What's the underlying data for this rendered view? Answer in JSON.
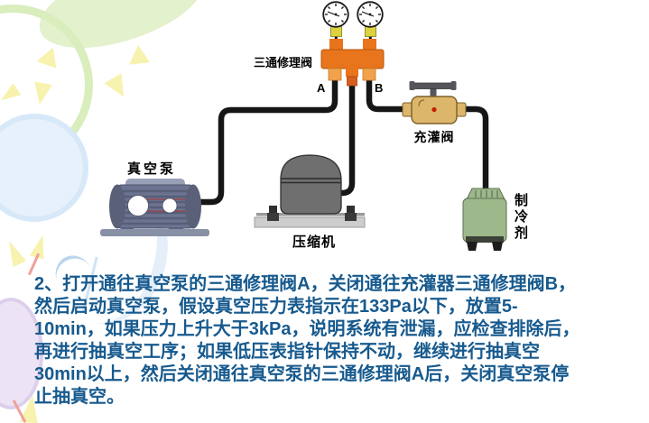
{
  "slide": {
    "background": "#FFFFFF"
  },
  "diagram": {
    "labels": {
      "manifold_valve": "三通修理阀",
      "port_a": "A",
      "port_b": "B",
      "charge_valve": "充灌阀",
      "vacuum_pump": "真空泵",
      "compressor": "压缩机",
      "refrigerant": "制冷剂"
    },
    "colors": {
      "manifold_body": "#E8741C",
      "manifold_port": "#F2A24B",
      "manifold_center_port": "#D65F1E",
      "hose": "#161616",
      "valve_body": "#DCB76B",
      "valve_handle": "#55565C",
      "pump_body": "#6C7390",
      "compressor_body": "#6F6F6F",
      "base_plate": "#CDCDCD",
      "cylinder_body": "#9DB98B",
      "gauge_face": "#FFFFFF",
      "gauge_fitting": "#DDD23E",
      "instruction_text": "#175A8E"
    }
  },
  "instructions": {
    "lines": [
      "2、打开通往真空泵的三通修理阀A，关闭通往充灌器三通修理阀B，",
      "然后启动真空泵，假设真空压力表指示在133Pa以下，放置5-",
      "10min，如果压力上升大于3kPa，说明系统有泄漏，应检查排除后，",
      "再进行抽真空工序；如果低压表指针保持不动，继续进行抽真空",
      "30min以上，然后关闭通往真空泵的三通修理阀A后，关闭真空泵停",
      "止抽真空。"
    ]
  }
}
